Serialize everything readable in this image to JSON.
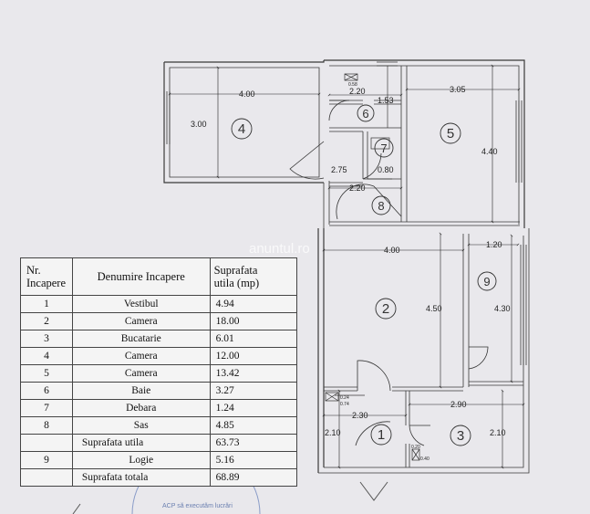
{
  "watermark": "anuntul.ro",
  "stamp_text": "ACP să executăm lucrări",
  "rooms": [
    {
      "number": "1"
    },
    {
      "number": "2"
    },
    {
      "number": "3"
    },
    {
      "number": "4"
    },
    {
      "number": "5"
    },
    {
      "number": "6"
    },
    {
      "number": "7"
    },
    {
      "number": "8"
    },
    {
      "number": "9"
    }
  ],
  "dimensions": {
    "r4_width": "4.00",
    "r4_height": "3.00",
    "r6_width": "2.20",
    "r6_height": "1.53",
    "r6_fixture": "0.58",
    "r7_width": "0.80",
    "corridor_height": "2.75",
    "r8_width": "2.20",
    "r5_width": "3.05",
    "r5_height": "4.40",
    "r2_width": "4.00",
    "r2_height": "4.50",
    "r9_width": "1.20",
    "r9_height": "4.30",
    "r1_width": "2.30",
    "r1_height": "2.10",
    "r1_fixture_a": "0.24",
    "r1_fixture_b": "0.74",
    "r3_width": "2.90",
    "r3_height": "2.10",
    "r3_fixture_a": "0.20",
    "r3_fixture_b": "0.40"
  },
  "table": {
    "headers": {
      "nr": [
        "Nr.",
        "Incapere"
      ],
      "name": "Denumire Incapere",
      "area": [
        "Suprafata",
        "utila (mp)"
      ]
    },
    "rows": [
      {
        "nr": "1",
        "name": "Vestibul",
        "area": "4.94"
      },
      {
        "nr": "2",
        "name": "Camera",
        "area": "18.00"
      },
      {
        "nr": "3",
        "name": "Bucatarie",
        "area": "6.01"
      },
      {
        "nr": "4",
        "name": "Camera",
        "area": "12.00"
      },
      {
        "nr": "5",
        "name": "Camera",
        "area": "13.42"
      },
      {
        "nr": "6",
        "name": "Baie",
        "area": "3.27"
      },
      {
        "nr": "7",
        "name": "Debara",
        "area": "1.24"
      },
      {
        "nr": "8",
        "name": "Sas",
        "area": "4.85"
      }
    ],
    "subtotal": {
      "label": "Suprafata utila",
      "area": "63.73"
    },
    "loggia": {
      "nr": "9",
      "name": "Logie",
      "area": "5.16"
    },
    "total": {
      "label": "Suprafata totala",
      "area": "68.89"
    }
  }
}
